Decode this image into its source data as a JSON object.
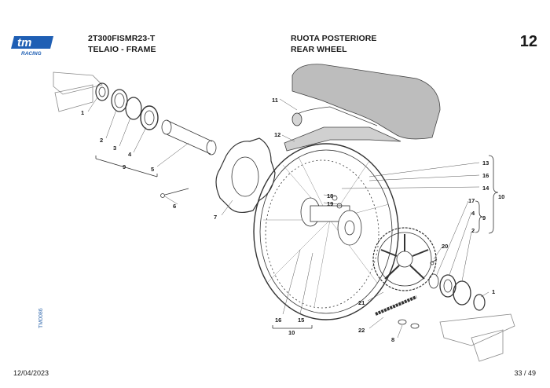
{
  "header": {
    "model": "2T300FISMR23-T",
    "section_it": "TELAIO - FRAME",
    "title_it": "RUOTA POSTERIORE",
    "title_en": "REAR WHEEL",
    "page_group": "12"
  },
  "logo": {
    "text": "tm",
    "subtext": "RACING",
    "color": "#1f5fb4"
  },
  "side_code": "TM0086",
  "footer": {
    "date": "12/04/2023",
    "pages": "33 / 49"
  },
  "callouts": {
    "c1": "1",
    "c2": "2",
    "c3": "3",
    "c4": "4",
    "c5": "5",
    "c6": "6",
    "c7": "7",
    "c9": "9",
    "c11": "11",
    "c12": "12",
    "c13": "13",
    "c16a": "16",
    "c14": "14",
    "c10a": "10",
    "c18": "18",
    "c19": "19",
    "c17": "17",
    "c4b": "4",
    "c9b": "9",
    "c2b": "2",
    "c20": "20",
    "c1b": "1",
    "c21": "21",
    "c22": "22",
    "c8": "8",
    "c16b": "16",
    "c15": "15",
    "c10b": "10"
  }
}
